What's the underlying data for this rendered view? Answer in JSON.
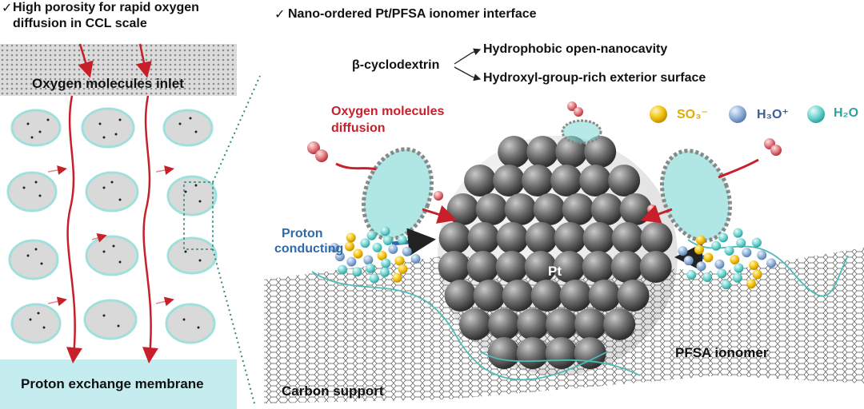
{
  "left_panel": {
    "feature_line1": "High porosity for rapid oxygen",
    "feature_line2": "diffusion in CCL scale",
    "inlet_label": "Oxygen molecules inlet",
    "membrane_label": "Proton exchange membrane"
  },
  "right_panel": {
    "feature_title": "Nano-ordered Pt/PFSA ionomer interface",
    "cyclodextrin_label": "β-cyclodextrin",
    "branch_top": "Hydrophobic open-nanocavity",
    "branch_bottom": "Hydroxyl-group-rich exterior surface",
    "oxygen_diffusion_line1": "Oxygen molecules",
    "oxygen_diffusion_line2": "diffusion",
    "proton_line1": "Proton",
    "proton_line2": "conducting",
    "pt_label": "Pt",
    "ionomer_label": "PFSA ionomer",
    "carbon_label": "Carbon support"
  },
  "check_mark": "✓",
  "legend": {
    "so3": "SO₃⁻",
    "h3o": "H₃O⁺",
    "h2o": "H₂O"
  },
  "colors": {
    "oxygen_red": "#c8202a",
    "proton_blue": "#2f6aa8",
    "so3_yellow": "#f2c20c",
    "h3o_blue": "#8fb0d8",
    "h2o_teal": "#6fd3cf",
    "membrane_bg": "#c5ecee",
    "pt_gray": "#6e6e6e",
    "dotted_green": "#2e8b7a"
  }
}
